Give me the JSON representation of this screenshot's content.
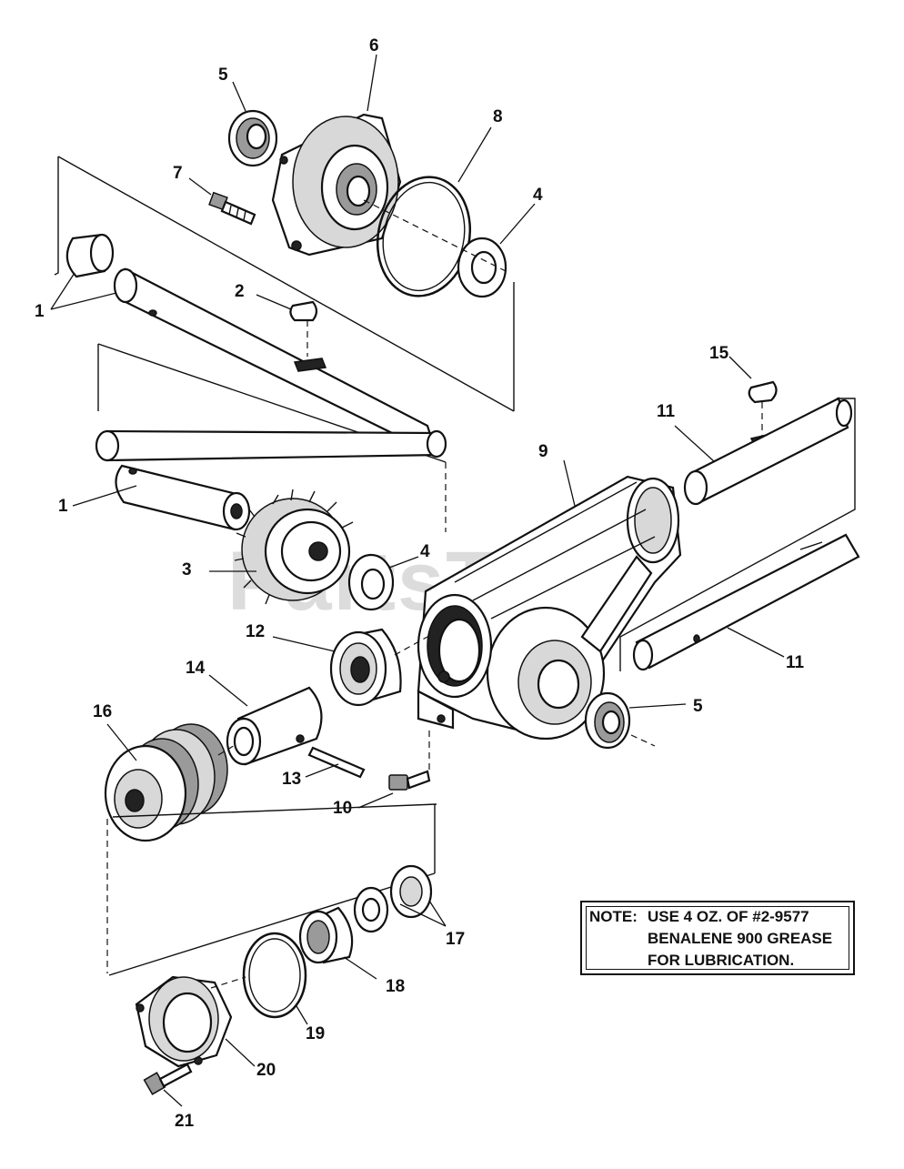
{
  "watermark": "PartsTree",
  "callouts": {
    "c1a": "1",
    "c1b": "1",
    "c2": "2",
    "c3": "3",
    "c4a": "4",
    "c4b": "4",
    "c5a": "5",
    "c5b": "5",
    "c6": "6",
    "c7": "7",
    "c8": "8",
    "c9": "9",
    "c10": "10",
    "c11a": "11",
    "c11b": "11",
    "c12": "12",
    "c13": "13",
    "c14": "14",
    "c15": "15",
    "c16": "16",
    "c17": "17",
    "c18": "18",
    "c19": "19",
    "c20": "20",
    "c21": "21"
  },
  "note": {
    "label": "NOTE:",
    "line1": "USE 4 OZ. OF #2-9577",
    "line2": "BENALENE 900 GREASE",
    "line3": "FOR LUBRICATION."
  }
}
